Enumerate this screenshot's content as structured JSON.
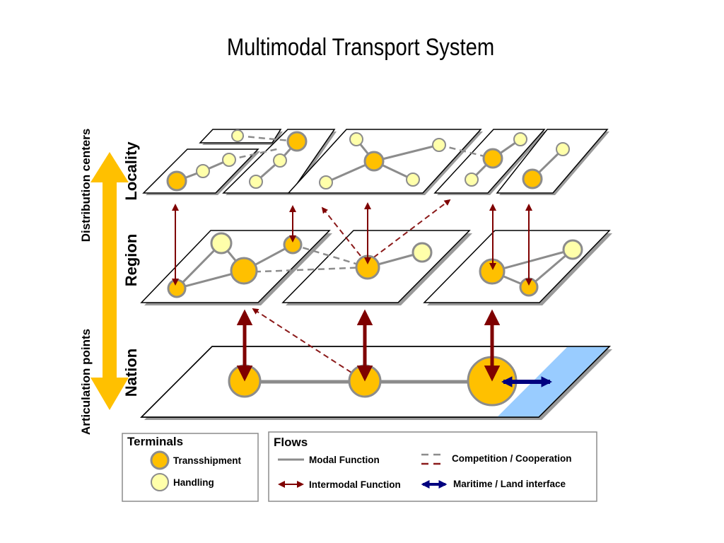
{
  "title": "Multimodal Transport System",
  "levels": {
    "locality": "Locality",
    "region": "Region",
    "nation": "Nation"
  },
  "axis": {
    "top_label": "Distribution centers",
    "bottom_label": "Articulation points"
  },
  "legend": {
    "terminals": {
      "heading": "Terminals",
      "transshipment": "Transshipment",
      "handling": "Handling"
    },
    "flows": {
      "heading": "Flows",
      "modal": "Modal Function",
      "competition": "Competition / Cooperation",
      "intermodal": "Intermodal Function",
      "maritime": "Maritime / Land interface"
    }
  },
  "colors": {
    "transshipment": "#FFC000",
    "handling": "#FFFFAA",
    "node_stroke": "#8C8C8C",
    "modal_line": "#8C8C8C",
    "intermodal": "#7F0000",
    "competition_gray": "#8C8C8C",
    "competition_red": "#8B1A1A",
    "maritime": "#00007F",
    "water": "#99CCFF",
    "axis_arrow": "#FFC000"
  }
}
